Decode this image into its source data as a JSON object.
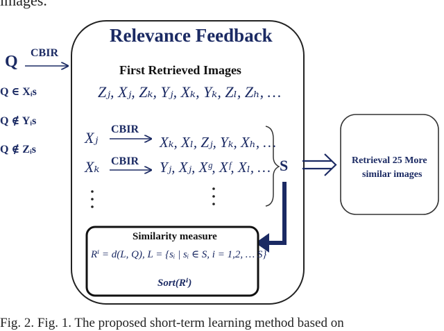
{
  "top_fragment": "images.",
  "query": {
    "symbol": "Q",
    "cbir_label": "CBIR",
    "conditions": [
      "Q ∈ Xᵢs",
      "Q ∉ Yᵢs",
      "Q ∉ Zᵢs"
    ]
  },
  "panel": {
    "title": "Relevance Feedback",
    "first_retrieved_label": "First Retrieved Images",
    "first_retrieved_list": "Zⱼ, Xⱼ, Zₖ, Yⱼ, Xₖ, Yₖ, Zₗ, Zₕ, …",
    "rows": [
      {
        "source": "Xⱼ",
        "cbir": "CBIR",
        "result": "Xₖ, Xₗ, Zⱼ, Yₖ, Xₕ, …"
      },
      {
        "source": "Xₖ",
        "cbir": "CBIR",
        "result": "Yⱼ, Xⱼ, Xᵍ, Xᶠ, Xₗ, …"
      }
    ],
    "set_label": "S",
    "similarity": {
      "title": "Similarity measure",
      "formula": "Rⁱ = d(L, Q), L = {sᵢ | sᵢ ∈ S, i = 1,2, … S}",
      "sort": "Sort(Rⁱ)"
    }
  },
  "retrieval_box": {
    "line1": "Retrieval 25 More",
    "line2": "similar images"
  },
  "caption": "Fig. 2.   Fig.   1.   The   proposed   short-term   learning   method   based   on"
}
